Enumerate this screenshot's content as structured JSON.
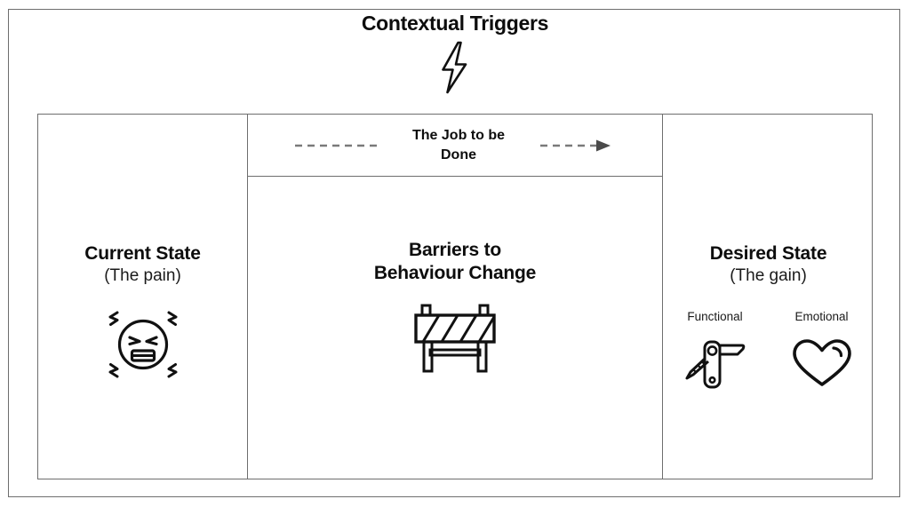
{
  "header": {
    "title": "Contextual Triggers",
    "icon": "lightning-bolt-icon"
  },
  "jtbd": {
    "title_line1": "The Job to be",
    "title_line2": "Done",
    "left_connector": "dashed-line",
    "right_connector": "dashed-arrow"
  },
  "panels": {
    "left": {
      "title": "Current State",
      "subtitle": "(The pain)",
      "icon": "distressed-face-icon"
    },
    "middle": {
      "title_line1": "Barriers to",
      "title_line2": "Behaviour Change",
      "icon": "road-barrier-icon"
    },
    "right": {
      "title": "Desired State",
      "subtitle": "(The gain)",
      "gains": [
        {
          "label": "Functional",
          "icon": "pocket-knife-icon"
        },
        {
          "label": "Emotional",
          "icon": "heart-icon"
        }
      ]
    }
  },
  "colors": {
    "border": "#6e6e6e",
    "ink": "#0d0d0d",
    "dash": "#7a7a7a",
    "background": "#ffffff"
  }
}
